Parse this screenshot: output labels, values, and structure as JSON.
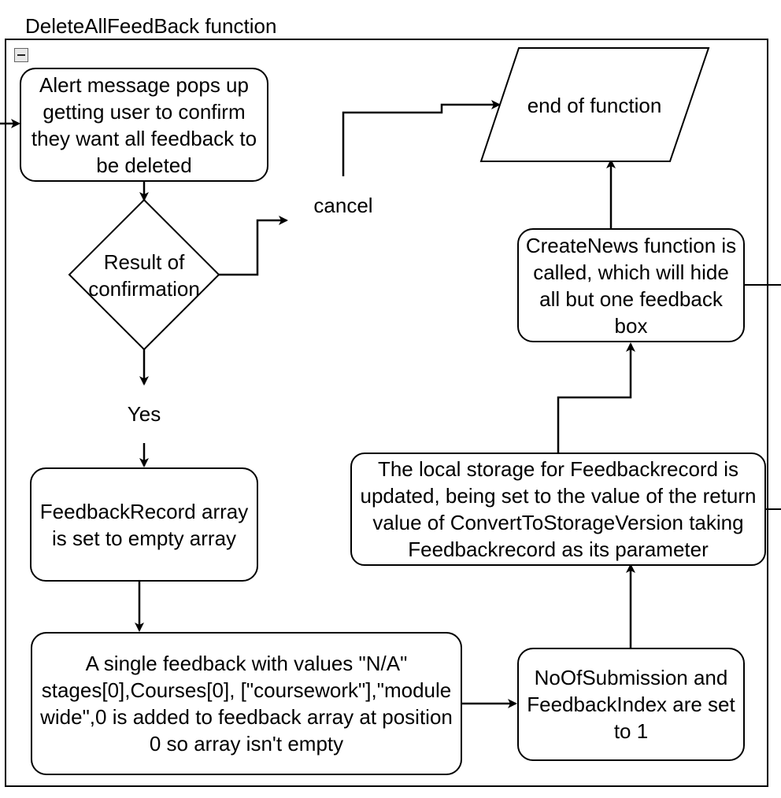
{
  "container": {
    "title": "DeleteAllFeedBack function"
  },
  "nodes": {
    "alert": "Alert message pops up getting user to confirm they want all feedback to be deleted",
    "decision": "Result of confirmation",
    "cancel_label": "cancel",
    "yes_label": "Yes",
    "set_empty": "FeedbackRecord array is set to empty array",
    "add_single": "A single feedback with values \"N/A\" stages[0],Courses[0], [\"coursework\"],\"module wide\",0 is added to feedback array at position 0 so array isn't empty",
    "set_index": "NoOfSubmission and FeedbackIndex are set to 1",
    "update_storage": "The local storage for Feedbackrecord is updated, being set to the value of the return value of ConvertToStorageVersion taking Feedbackrecord as its parameter",
    "create_news": "CreateNews function is called, which will hide all but one feedback box",
    "end": "end of function"
  }
}
